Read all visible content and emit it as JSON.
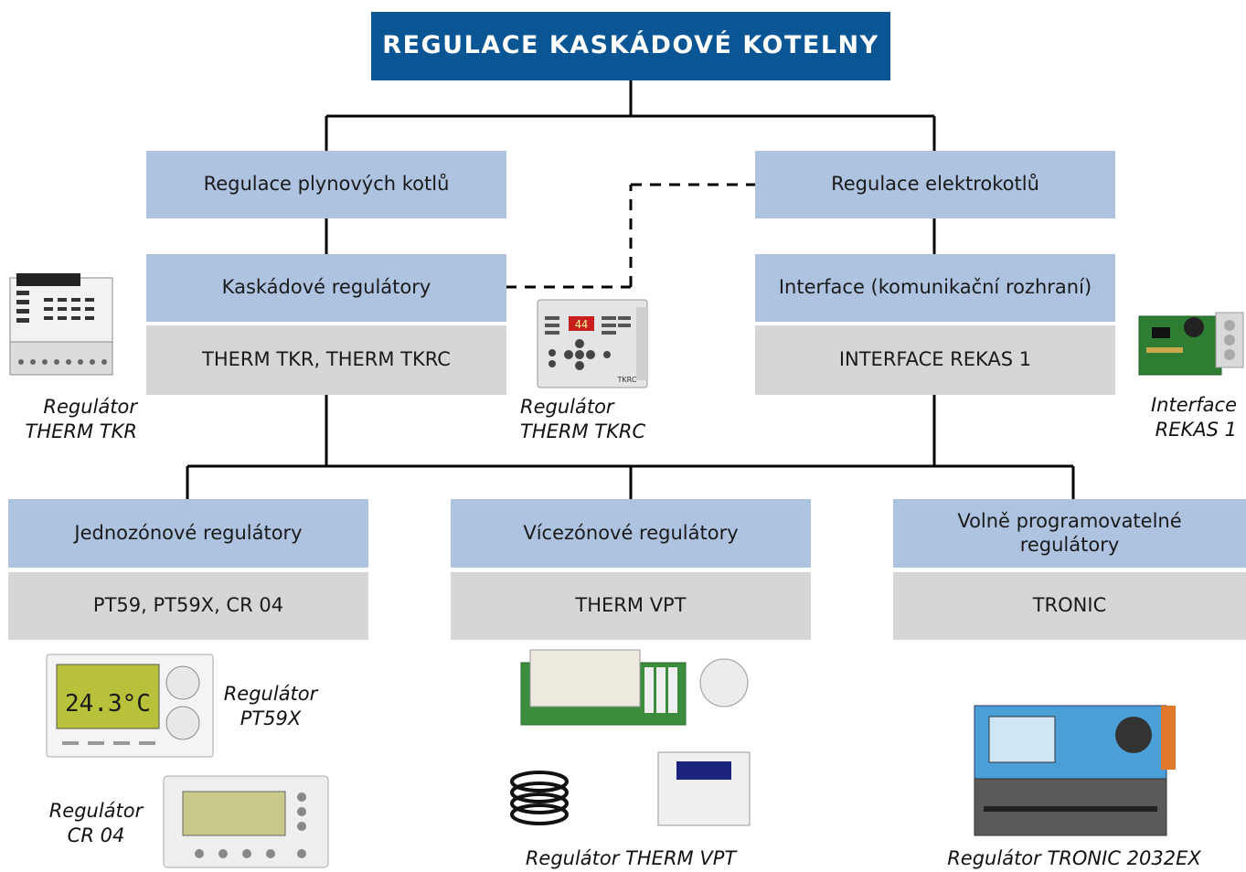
{
  "title": "REGULACE KASKÁDOVÉ KOTELNY",
  "nodes": {
    "gas": "Regulace plynových kotlů",
    "electric": "Regulace elektrokotlů",
    "cascade": "Kaskádové regulátory",
    "interface": "Interface (komunikační rozhraní)",
    "cascade_products": "THERM TKR, THERM TKRC",
    "interface_products": "INTERFACE REKAS 1",
    "single_zone": "Jednozónové regulátory",
    "multi_zone": "Vícezónové regulátory",
    "programmable": "Volně programovatelné regulátory",
    "single_products": "PT59, PT59X, CR 04",
    "multi_products": "THERM VPT",
    "prog_products": "TRONIC"
  },
  "captions": {
    "tkr_1": "Regulátor",
    "tkr_2": "THERM TKR",
    "tkrc_1": "Regulátor",
    "tkrc_2": "THERM TKRC",
    "rekas_1": "Interface",
    "rekas_2": "REKAS 1",
    "pt59x_1": "Regulátor",
    "pt59x_2": "PT59X",
    "cr04_1": "Regulátor",
    "cr04_2": "CR 04",
    "vpt": "Regulátor THERM VPT",
    "tronic": "Regulátor TRONIC 2032EX"
  },
  "device_text": {
    "pt59x_temp": "24.3°C",
    "tkrc_display": "44",
    "tkrc_label": "TKRC"
  },
  "colors": {
    "title_bg": "#0a5594",
    "node_blue": "#adc3e0",
    "node_grey": "#d6d6d6"
  }
}
